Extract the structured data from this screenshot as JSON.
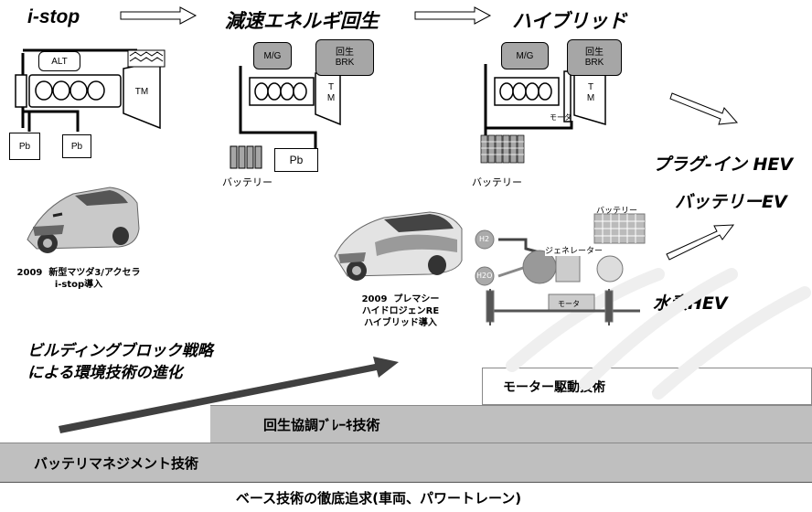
{
  "flow": {
    "istop": "i-stop",
    "regen": "減速エネルギ回生",
    "hybrid": "ハイブリッド"
  },
  "future": {
    "plugin": "プラグ-イン HEV",
    "bev": "バッテリーEV",
    "h2": "水素HEV"
  },
  "istop_diagram": {
    "alt": "ALT",
    "tm": "TM",
    "pb1": "Pb",
    "pb2": "Pb"
  },
  "regen_diagram": {
    "mg": "M/G",
    "brk": "回生\nBRK",
    "tm": "T\nM",
    "pb": "Pb",
    "battery": "バッテリー"
  },
  "hybrid_diagram": {
    "mg": "M/G",
    "brk": "回生\nBRK",
    "tm": "T\nM",
    "motor": "モータ",
    "battery": "バッテリー"
  },
  "premacy_diagram": {
    "battery": "バッテリー",
    "generator": "ジェネレーター",
    "motor": "モータ",
    "h2": "H2",
    "h2o": "H2O"
  },
  "captions": {
    "mazda3": "2009  新型マツダ3/アクセラ\ni-stop導入",
    "premacy": "2009  プレマシー\nハイドロジェンRE\nハイブリッド導入"
  },
  "strategy": "ビルディングブロック戦略\nによる環境技術の進化",
  "steps": {
    "motor": "モーター駆動技術",
    "brake": "回生協調ﾌﾞﾚｰｷ技術",
    "battery": "バッテリマネジメント技術",
    "base": "ベース技術の徹底追求(車両、パワートレーン)"
  },
  "colors": {
    "step_grey": "#bfbfbf",
    "comp_grey": "#a6a6a6",
    "arrow_dark": "#404040"
  }
}
